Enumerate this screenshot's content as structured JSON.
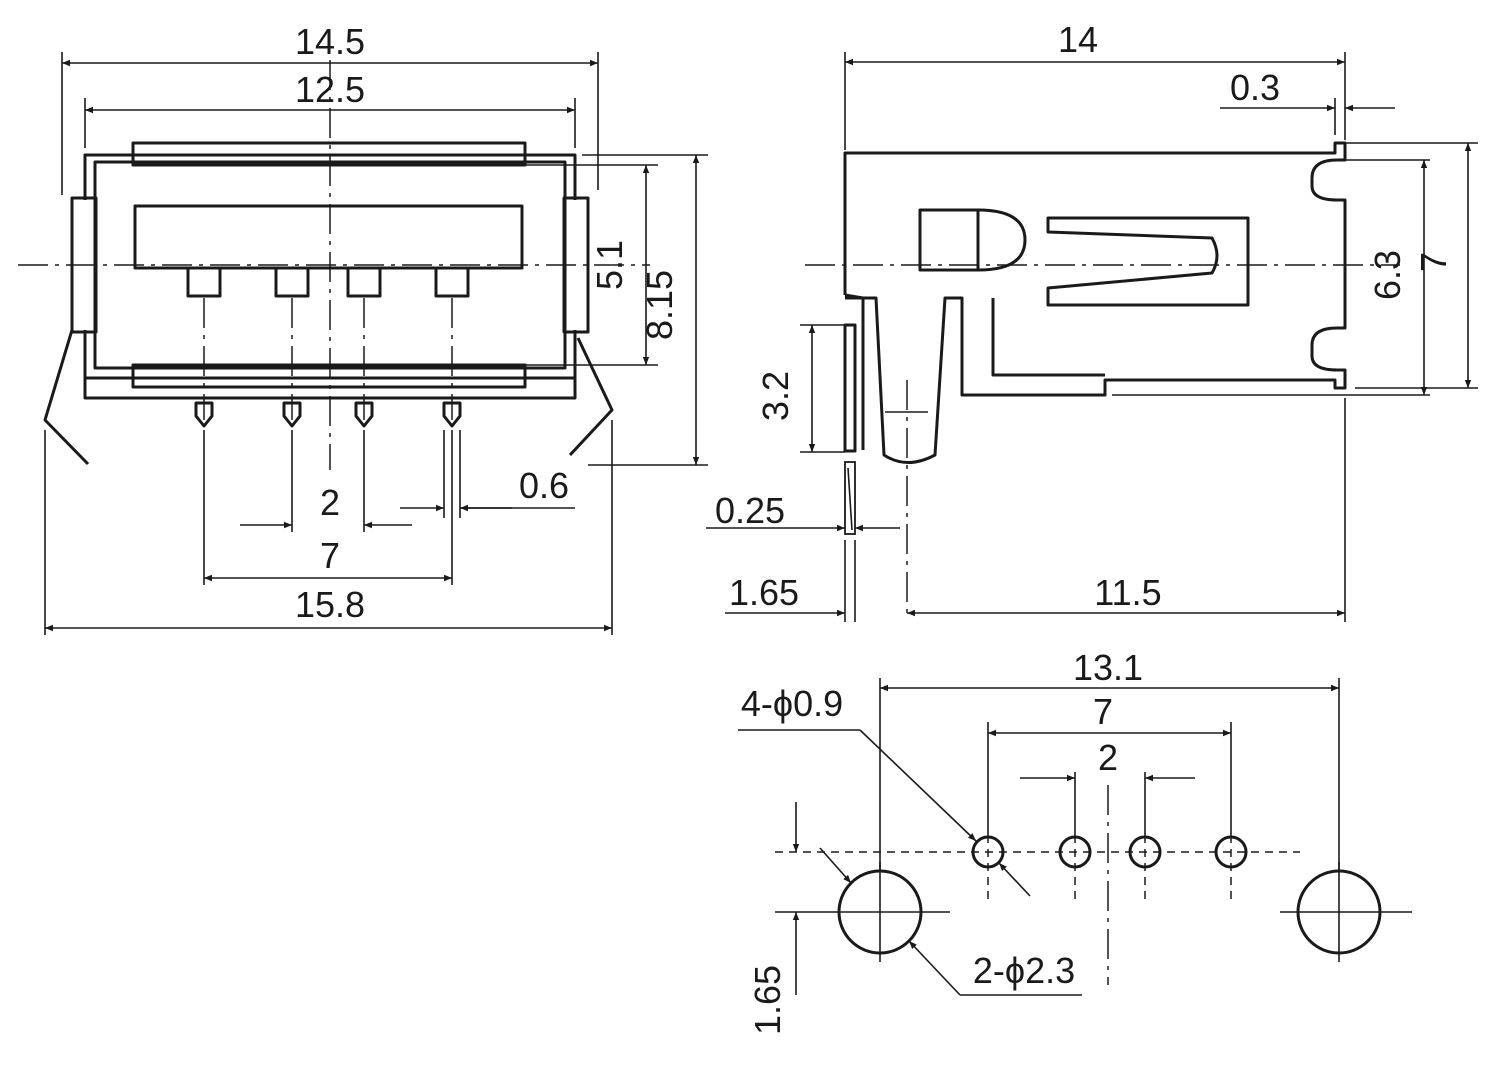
{
  "front_view": {
    "width_total": "14.5",
    "width_inner": "12.5",
    "opening_height": "5.1",
    "overall_height": "8.15",
    "pin_pitch": "2",
    "pin_span": "7",
    "pin_width": "0.6",
    "leg_span": "15.8"
  },
  "side_view": {
    "length": "14",
    "flange": "0.3",
    "height_inner": "6.3",
    "height_total": "7",
    "pin_length": "3.2",
    "pin_thickness": "0.25",
    "offset": "1.65",
    "body_length": "11.5"
  },
  "footprint": {
    "width": "13.1",
    "pin_span": "7",
    "pin_pitch": "2",
    "small_holes": "4-ϕ0.9",
    "large_holes": "2-ϕ2.3",
    "row_offset": "1.65"
  }
}
